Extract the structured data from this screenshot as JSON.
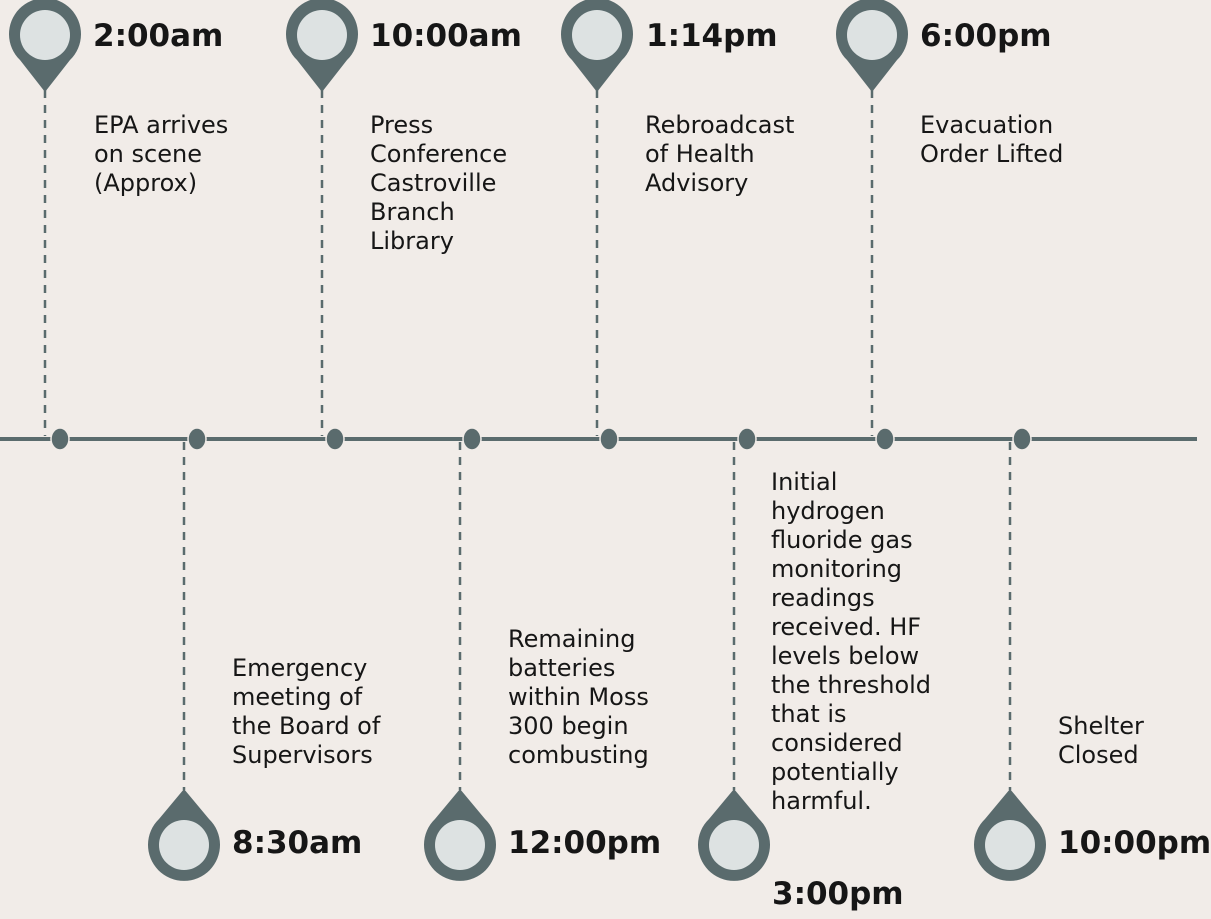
{
  "colors": {
    "background": "#f1ece8",
    "accent": "#5a6b6d",
    "pin_inner": "#dde2e2",
    "text": "#161616"
  },
  "events": [
    {
      "time": "2:00am",
      "text": "EPA arrives\non scene\n(Approx)"
    },
    {
      "time": "8:30am",
      "text": "Emergency\nmeeting of\nthe Board of\nSupervisors"
    },
    {
      "time": "10:00am",
      "text": "Press\nConference\nCastroville\nBranch\nLibrary"
    },
    {
      "time": "12:00pm",
      "text": "Remaining\nbatteries\nwithin Moss\n300 begin\ncombusting"
    },
    {
      "time": "1:14pm",
      "text": "Rebroadcast\nof Health\nAdvisory"
    },
    {
      "time": "3:00pm",
      "text": "Initial\nhydrogen\nfluoride gas\nmonitoring\nreadings\nreceived. HF\nlevels below\nthe threshold\nthat is\nconsidered\npotentially\nharmful."
    },
    {
      "time": "6:00pm",
      "text": "Evacuation\nOrder Lifted"
    },
    {
      "time": "10:00pm",
      "text": "Shelter\nClosed"
    }
  ]
}
